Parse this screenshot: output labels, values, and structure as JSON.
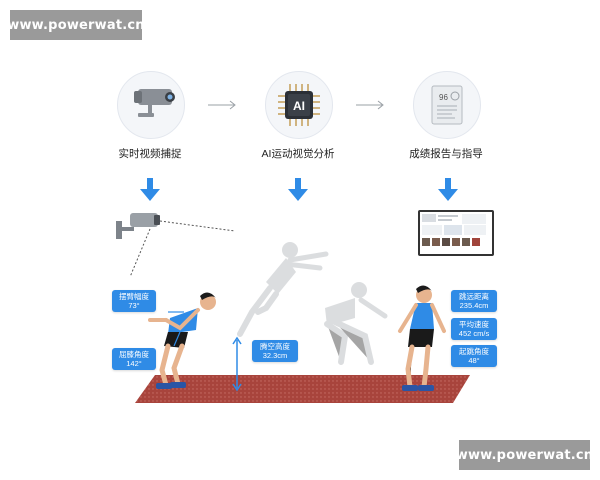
{
  "watermark": {
    "text": "www.powerwat.cn"
  },
  "steps": [
    {
      "label": "实时视频捕捉",
      "icon": "camera-icon"
    },
    {
      "label": "AI运动视觉分析",
      "icon": "ai-chip-icon"
    },
    {
      "label": "成绩报告与指导",
      "icon": "report-icon"
    }
  ],
  "chip_text": "AI",
  "report_score": "96",
  "metrics": {
    "arm_swing": {
      "name": "摆臂幅度",
      "value": "73°"
    },
    "knee_angle": {
      "name": "屈膝角度",
      "value": "142°"
    },
    "air_height": {
      "name": "腾空高度",
      "value": "32.3cm"
    },
    "jump_distance": {
      "name": "跳远距离",
      "value": "235.4cm"
    },
    "avg_speed": {
      "name": "平均速度",
      "value": "452 cm/s"
    },
    "takeoff_angle": {
      "name": "起跳角度",
      "value": "48°"
    }
  },
  "colors": {
    "accent": "#2f8be6",
    "track": "#a8443c",
    "shirt": "#2f8be6",
    "shorts": "#1a1a1a"
  }
}
